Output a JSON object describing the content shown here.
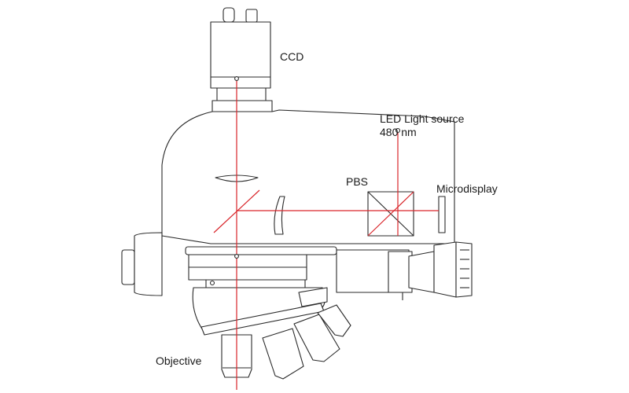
{
  "labels": {
    "ccd": "CCD",
    "led_line1": "LED Light source",
    "led_line2": "480 nm",
    "pbs": "PBS",
    "microdisplay": "Microdisplay",
    "objective": "Objective"
  },
  "colors": {
    "optical_path": "#d9262b",
    "outline": "#2a2a2a",
    "background": "#ffffff"
  }
}
